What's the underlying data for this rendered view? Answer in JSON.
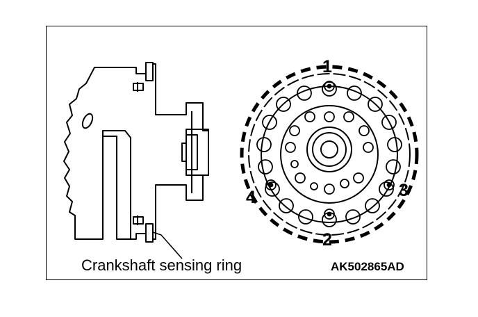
{
  "caption": "Crankshaft sensing ring",
  "figure_code": "AK502865AD",
  "bolt_numbers": [
    "1",
    "2",
    "3",
    "4"
  ]
}
